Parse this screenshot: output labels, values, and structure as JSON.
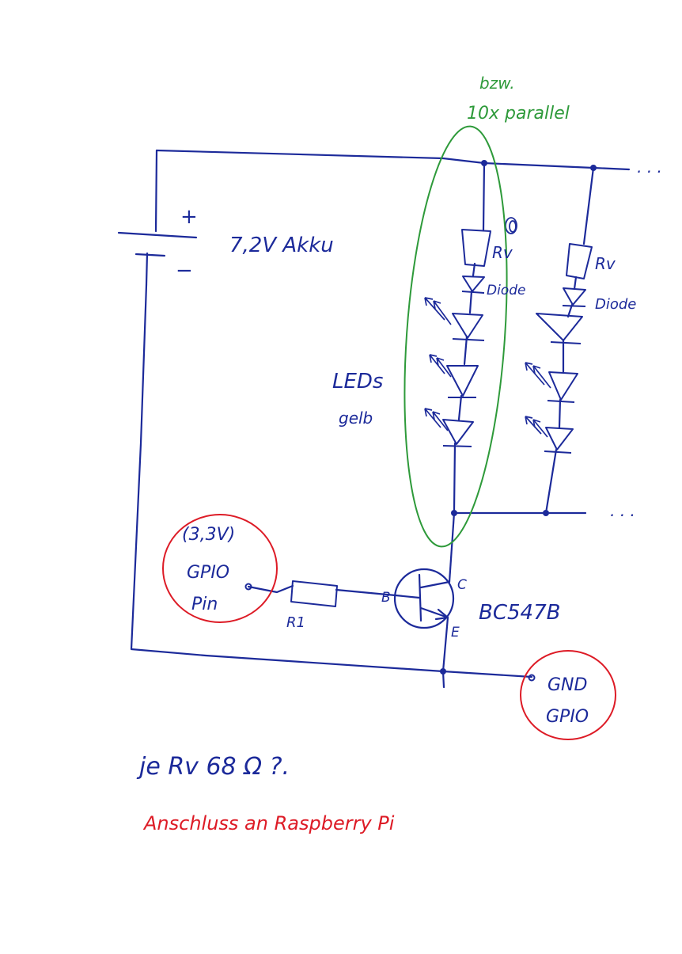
{
  "colors": {
    "paper": "#ffffff",
    "wire": "#1c2a9a",
    "annotation_red": "#dd1b26",
    "annotation_green": "#2e9a3a"
  },
  "note_parallel": {
    "line1": "bzw.",
    "line2": "10x parallel"
  },
  "battery": {
    "plus": "+",
    "minus": "−",
    "label": "7,2V Akku"
  },
  "branch1": {
    "resistor_label": "Rv",
    "diode_label": "Diode"
  },
  "branch2": {
    "resistor_label": "Rv",
    "diode_label": "Diode"
  },
  "leds": {
    "line1": "LEDs",
    "line2": "gelb"
  },
  "ellipsis_top": "· · ·",
  "ellipsis_bottom": "· · ·",
  "gpio_pin": {
    "line1": "(3,3V)",
    "line2": "GPIO",
    "line3": "Pin"
  },
  "resistor_r1": "R1",
  "transistor": {
    "base": "B",
    "collector": "C",
    "emitter": "E",
    "name": "BC547B"
  },
  "gnd": {
    "line1": "GND",
    "line2": "GPIO"
  },
  "note_rv": "je Rv   68 Ω   ?.",
  "note_raspberry": "Anschluss an Raspberry Pi"
}
